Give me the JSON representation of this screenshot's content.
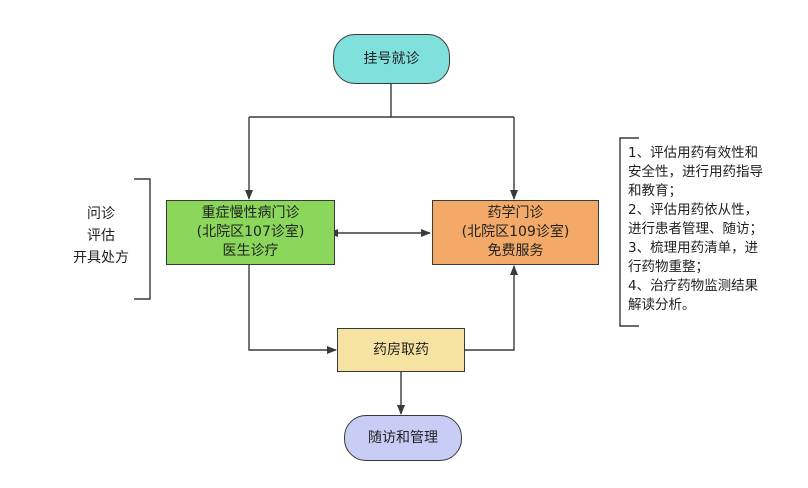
{
  "flowchart": {
    "start": {
      "label": "挂号就诊"
    },
    "chronic_clinic": {
      "lines": [
        "重症慢性病门诊",
        "(北院区107诊室)",
        "医生诊疗"
      ]
    },
    "pharmacy_clinic": {
      "lines": [
        "药学门诊",
        "(北院区109诊室)",
        "免费服务"
      ]
    },
    "dispensary": {
      "label": "药房取药"
    },
    "follow_up": {
      "label": "随访和管理"
    }
  },
  "annotations": {
    "doctor_tasks": [
      "问诊",
      "评估",
      "开具处方"
    ],
    "pharmacist_services": [
      "1、评估用药有效性和",
      "安全性，进行用药指导",
      "和教育；",
      "2、评估用药依从性，",
      "进行患者管理、随访；",
      "3、梳理用药清单，进",
      "行药物重整；",
      "4、治疗药物监测结果",
      "解读分析。"
    ]
  },
  "colors": {
    "start": "#7fe0dc",
    "chronic_clinic": "#8bd75b",
    "pharmacy_clinic": "#f3a968",
    "dispensary": "#f6e3a2",
    "follow_up": "#c8cdf5",
    "line": "#3a3a3a"
  }
}
